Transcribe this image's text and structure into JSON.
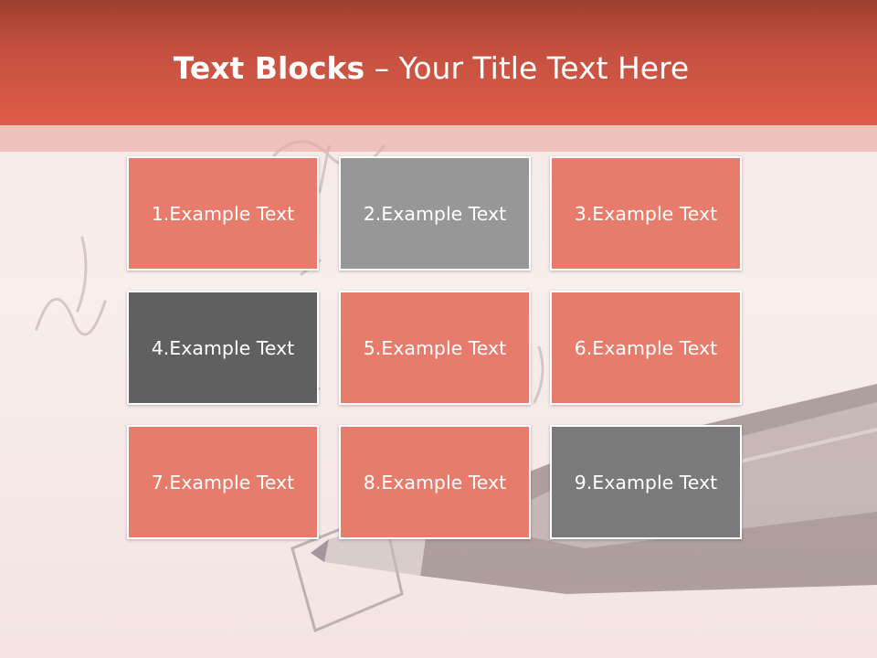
{
  "header": {
    "title_bold": "Text Blocks",
    "title_separator": "–",
    "title_rest": "Your Title Text Here"
  },
  "blocks": [
    {
      "label": "1.Example Text",
      "color": "#e87c6c"
    },
    {
      "label": "2.Example Text",
      "color": "#979797"
    },
    {
      "label": "3.Example Text",
      "color": "#e87c6c"
    },
    {
      "label": "4.Example Text",
      "color": "#606060"
    },
    {
      "label": "5.Example Text",
      "color": "#e87c6c"
    },
    {
      "label": "6.Example Text",
      "color": "#e87c6c"
    },
    {
      "label": "7.Example Text",
      "color": "#e87c6c"
    },
    {
      "label": "8.Example Text",
      "color": "#e87c6c"
    },
    {
      "label": "9.Example Text",
      "color": "#7a7a7a"
    }
  ],
  "colors": {
    "header_dark": "#9e3f2d",
    "header_light": "#df5d48",
    "accent_salmon": "#e87c6c"
  }
}
